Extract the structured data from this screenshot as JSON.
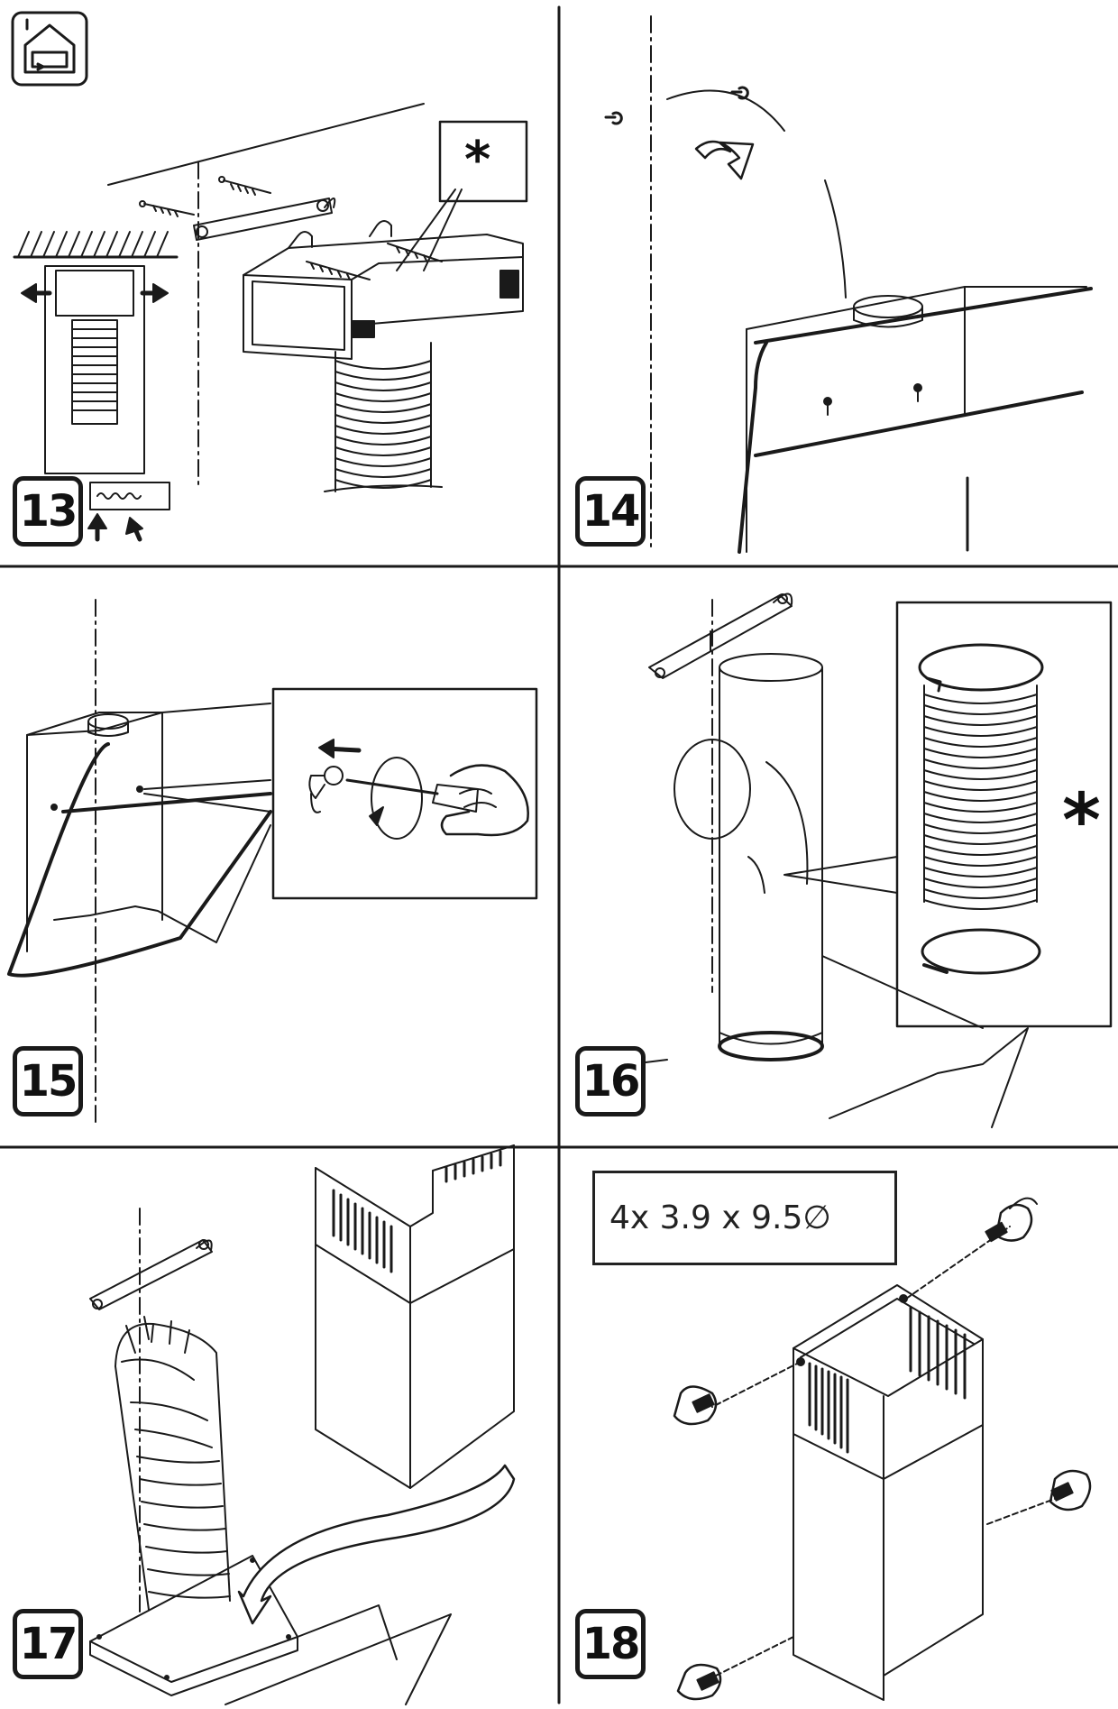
{
  "steps": [
    {
      "number": "13",
      "callout": "*"
    },
    {
      "number": "14"
    },
    {
      "number": "15"
    },
    {
      "number": "16",
      "callout": "*"
    },
    {
      "number": "17"
    },
    {
      "number": "18",
      "spec": "4x 3.9 x 9.5∅"
    }
  ],
  "icons": {
    "ducted_mode": "house-duct-icon",
    "screw": "screw-icon",
    "hand": "hand-screwdriver-icon",
    "arrow": "direction-arrow-icon"
  },
  "colors": {
    "line": "#1a1a1a",
    "background": "#ffffff"
  }
}
